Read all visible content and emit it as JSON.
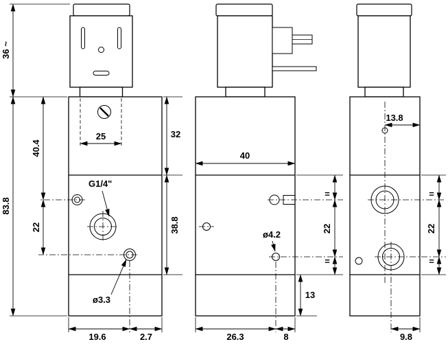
{
  "drawing": {
    "front_view": {
      "dims": {
        "coil_height": "36 ~",
        "body_height": "83.8",
        "port_top_offset": "40.4",
        "port_spacing": "22",
        "nut_width": "25",
        "top_section_height": "32",
        "mid_section_height": "38.8",
        "thread_label": "G1/4\"",
        "small_hole_label": "ø3.3",
        "bottom_offset": "19.6",
        "bottom_edge_offset": "2.7"
      }
    },
    "side_view": {
      "dims": {
        "body_width": "40",
        "hole_label": "ø4.2",
        "equal_top": "=",
        "port_spacing": "22",
        "equal_bottom": "=",
        "bottom_section_height": "13",
        "bottom_offset": "26.3",
        "bottom_edge_offset": "8"
      }
    },
    "back_view": {
      "dims": {
        "port_edge_offset": "13.8",
        "equal_top": "=",
        "port_spacing": "22",
        "equal_bottom": "=",
        "bottom_offset": "9.8"
      }
    }
  }
}
